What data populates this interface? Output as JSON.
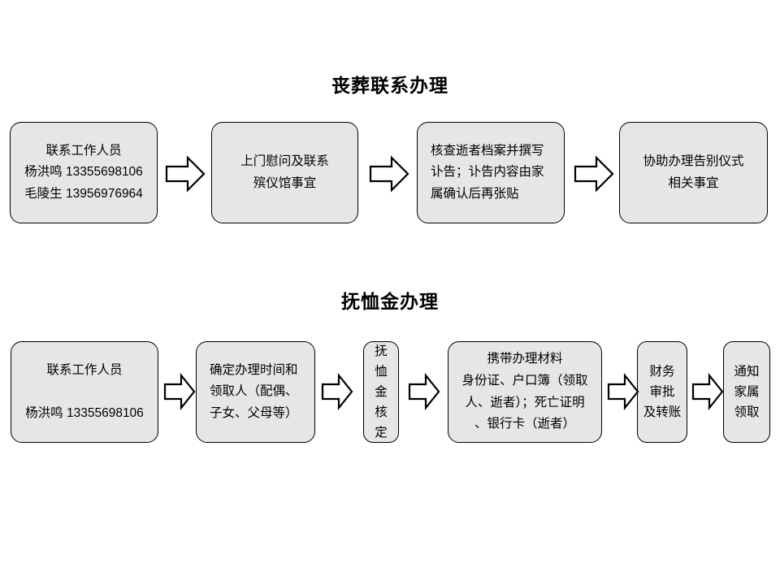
{
  "document": {
    "title_funeral": "丧葬联系办理",
    "title_pension": "抚恤金办理"
  },
  "colors": {
    "box_fill": "#e6e6e6",
    "box_border": "#000000",
    "arrow_fill": "#ffffff",
    "arrow_border": "#000000",
    "page_background": "#ffffff",
    "text": "#000000"
  },
  "flow_funeral": {
    "title": "丧葬联系办理",
    "steps": [
      {
        "id": "contact-staff",
        "text": "联系工作人员\n杨洪鸣 13355698106\n毛陵生 13956976964",
        "align": "center"
      },
      {
        "id": "home-visit",
        "text": "上门慰问及联系\n殡仪馆事宜",
        "align": "center"
      },
      {
        "id": "verify-archive",
        "text": "核查逝者档案并撰写\n讣告；讣告内容由家\n属确认后再张贴",
        "align": "left"
      },
      {
        "id": "farewell-ceremony",
        "text": "协助办理告别仪式\n相关事宜",
        "align": "center"
      }
    ],
    "arrow_count": 3
  },
  "flow_pension": {
    "title": "抚恤金办理",
    "steps": [
      {
        "id": "contact-staff",
        "text": "联系工作人员\n\n杨洪鸣 13355698106",
        "align": "center"
      },
      {
        "id": "confirm-time-recipient",
        "text": "确定办理时间和\n领取人（配偶、\n子女、父母等）",
        "align": "left"
      },
      {
        "id": "pension-assessment",
        "text": "抚\n恤\n金\n核\n定",
        "align": "center"
      },
      {
        "id": "bring-materials",
        "text": "携带办理材料\n身份证、户口簿（领取\n人、逝者）；死亡证明\n、银行卡（逝者）",
        "align": "center"
      },
      {
        "id": "finance-approval",
        "text": "财务\n审批\n及转账",
        "align": "center"
      },
      {
        "id": "notify-family",
        "text": "通知\n家属\n领取",
        "align": "center"
      }
    ],
    "arrow_count": 5
  }
}
